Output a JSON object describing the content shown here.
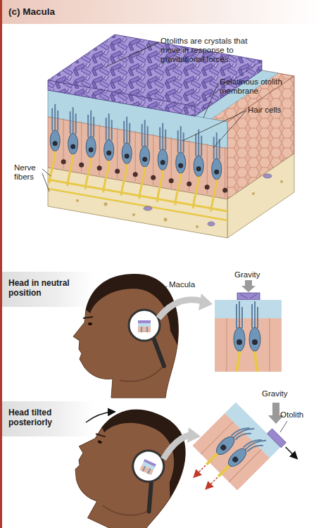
{
  "diagram": {
    "title": "(c) Macula",
    "labels": [
      "Otoliths are crystals that move in response to gravitational forces.",
      "Gelatinous otolith membrane",
      "Hair cells",
      "Nerve fibers",
      "Head in neutral position",
      "Macula",
      "Gravity",
      "Head tilted posteriorly",
      "Gravity",
      "Otolith"
    ]
  }
}
